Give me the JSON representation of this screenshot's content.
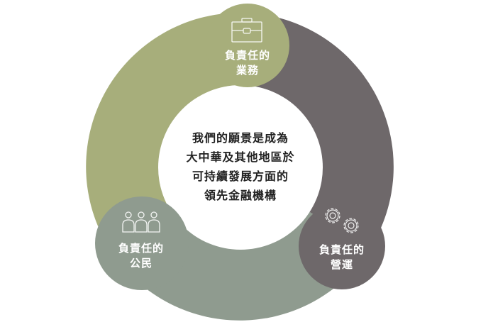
{
  "colors": {
    "business": "#a7ae7b",
    "operations": "#6e686a",
    "citizen": "#8f9b8f",
    "center": "#ffffff",
    "center_text": "#222222",
    "node_text": "#ffffff"
  },
  "center": {
    "lines": [
      "我們的願景是成為",
      "大中華及其他地區於",
      "可持續發展方面的",
      "領先金融機構"
    ]
  },
  "nodes": [
    {
      "id": "business",
      "icon": "briefcase-icon",
      "line1": "負責任的",
      "line2": "業務"
    },
    {
      "id": "operations",
      "icon": "gears-icon",
      "line1": "負責任的",
      "line2": "營運"
    },
    {
      "id": "citizen",
      "icon": "people-icon",
      "line1": "負責任的",
      "line2": "公民"
    }
  ]
}
